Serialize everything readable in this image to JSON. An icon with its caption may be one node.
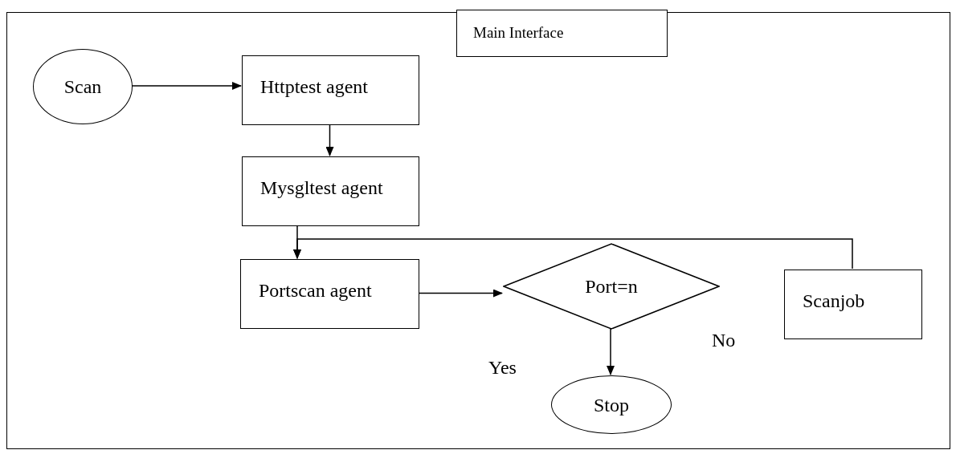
{
  "diagram": {
    "nodes": [
      {
        "text": [
          "Main Interface"
        ]
      },
      {
        "text": [
          "Scan"
        ],
        "in": 0
      },
      {
        "text": [
          "Httptest agent"
        ],
        "in": 0
      },
      {
        "text": [
          "Mysgltest agent"
        ],
        "in": 0
      },
      {
        "text": [
          "Portscan agent"
        ],
        "in": 0
      },
      {
        "text": [
          "Port=n"
        ],
        "in": 0
      },
      {
        "text": [
          "Scanjob"
        ],
        "in": 0
      },
      {
        "text": [
          "Stop"
        ],
        "in": 0
      }
    ],
    "edges": [
      {
        "from": 1,
        "to": 2,
        "arrow": "to"
      },
      {
        "from": 2,
        "to": 3,
        "arrow": "to"
      },
      {
        "from": 3,
        "to": 4,
        "arrow": "to"
      },
      {
        "from": 6,
        "to": 4,
        "arrow": "to"
      },
      {
        "from": 4,
        "to": 5,
        "arrow": "to"
      },
      {
        "from": 5,
        "to": 7,
        "arrow": "to",
        "label": "Yes"
      }
    ],
    "labels": [
      "No"
    ]
  }
}
